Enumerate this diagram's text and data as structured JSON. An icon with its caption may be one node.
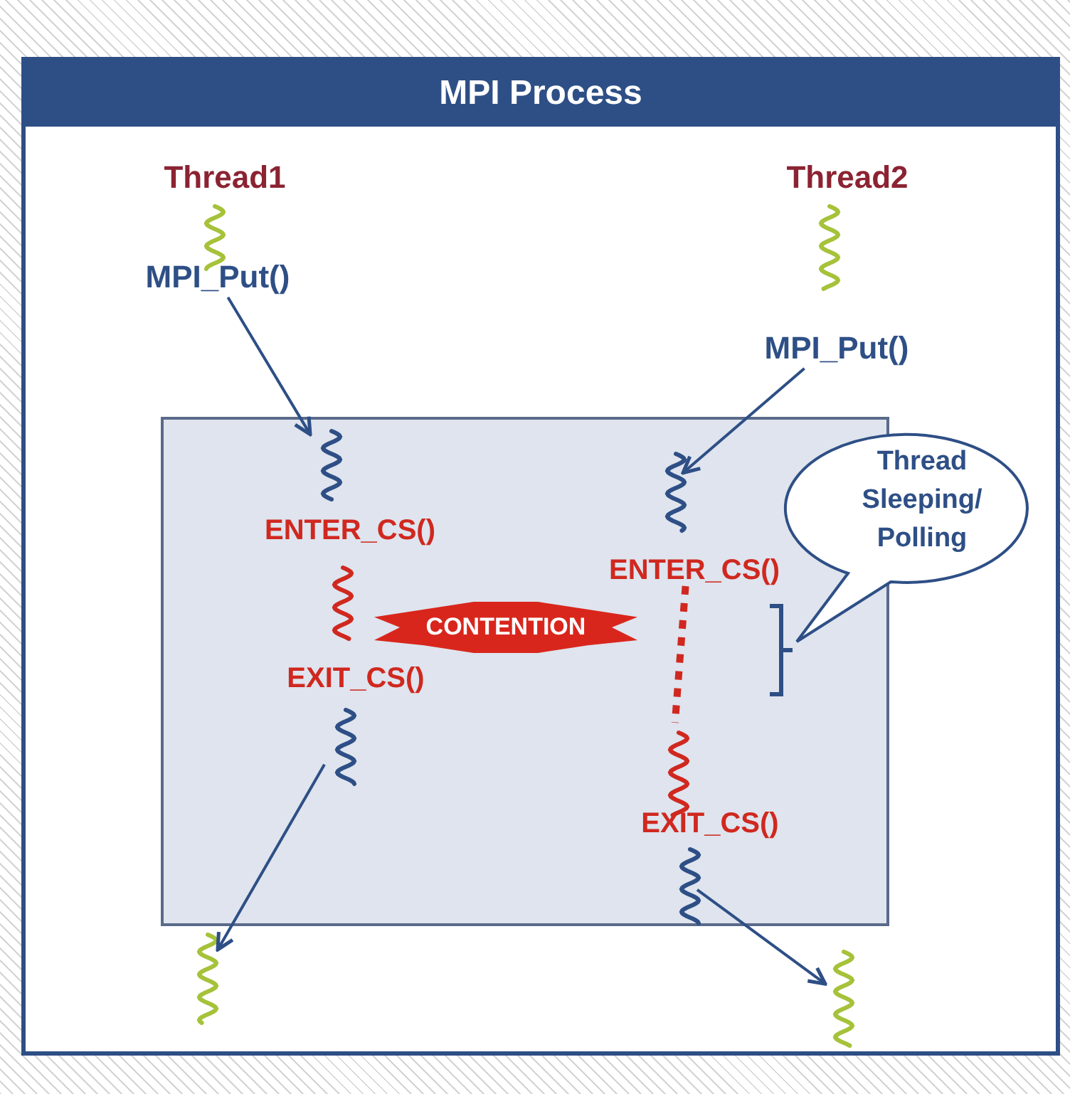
{
  "diagram": {
    "nodes": [
      {
        "text": [
          "MPI Process"
        ]
      },
      {
        "text": [
          "Thread1"
        ],
        "in": 0
      },
      {
        "text": [
          "Thread2"
        ],
        "in": 0
      },
      {
        "text": [],
        "shape": "wave",
        "in": 0
      },
      {
        "text": [],
        "shape": "wave",
        "in": 0
      },
      {
        "text": [
          "MPI_Put()"
        ],
        "in": 0
      },
      {
        "text": [
          "MPI_Put()"
        ],
        "in": 0
      },
      {
        "text": [],
        "shape": "box",
        "in": 0
      },
      {
        "text": [],
        "shape": "wave",
        "in": 7
      },
      {
        "text": [],
        "shape": "wave",
        "in": 7
      },
      {
        "text": [
          "ENTER_CS()"
        ],
        "in": 7
      },
      {
        "text": [
          "Thread Sleeping/ Polling"
        ],
        "in": 0
      },
      {
        "text": [
          "ENTER_CS()"
        ],
        "in": 7
      },
      {
        "text": [],
        "shape": "wave",
        "in": 7
      },
      {
        "text": [
          "CONTENTION"
        ],
        "in": 7
      },
      {
        "text": [
          "EXIT_CS()"
        ],
        "in": 7
      },
      {
        "text": [],
        "shape": "wave",
        "in": 7
      },
      {
        "text": [],
        "shape": "wave",
        "in": 7
      },
      {
        "text": [
          "EXIT_CS()"
        ],
        "in": 7
      },
      {
        "text": [],
        "shape": "wave",
        "in": 7
      },
      {
        "text": [],
        "shape": "wave",
        "in": 0
      },
      {
        "text": [],
        "shape": "wave",
        "in": 0
      }
    ],
    "edges": [
      {
        "from": 5,
        "to": 8,
        "arrow": "to"
      },
      {
        "from": 6,
        "to": 9,
        "arrow": "to"
      },
      {
        "from": 12,
        "to": 17,
        "arrow": "none",
        "style": "dashed",
        "color": "#d0281f"
      },
      {
        "from": 16,
        "to": 20,
        "arrow": "to"
      },
      {
        "from": 19,
        "to": 21,
        "arrow": "to"
      }
    ]
  }
}
